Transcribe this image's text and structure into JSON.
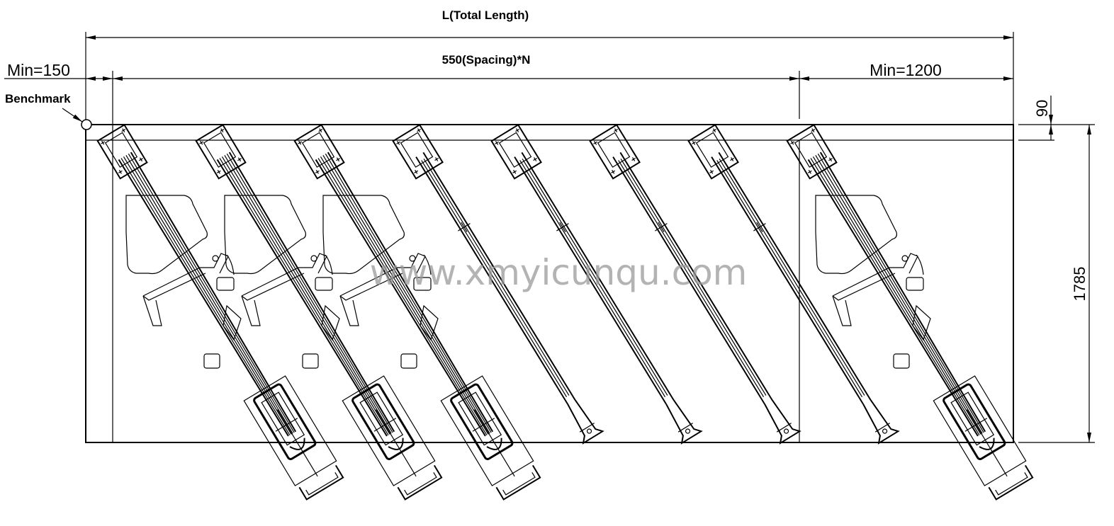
{
  "labels": {
    "total_length": "L(Total  Length)",
    "spacing": "550(Spacing)*N",
    "min_left": "Min=150",
    "min_right": "Min=1200",
    "benchmark": "Benchmark",
    "offset_90": "90",
    "height_1785": "1785"
  },
  "watermark": "www.xmyicunqu.com",
  "racks": [
    {
      "type": "with-bicycle"
    },
    {
      "type": "with-bicycle"
    },
    {
      "type": "with-bicycle"
    },
    {
      "type": "empty"
    },
    {
      "type": "empty"
    },
    {
      "type": "empty"
    },
    {
      "type": "empty"
    },
    {
      "type": "with-bicycle"
    }
  ]
}
